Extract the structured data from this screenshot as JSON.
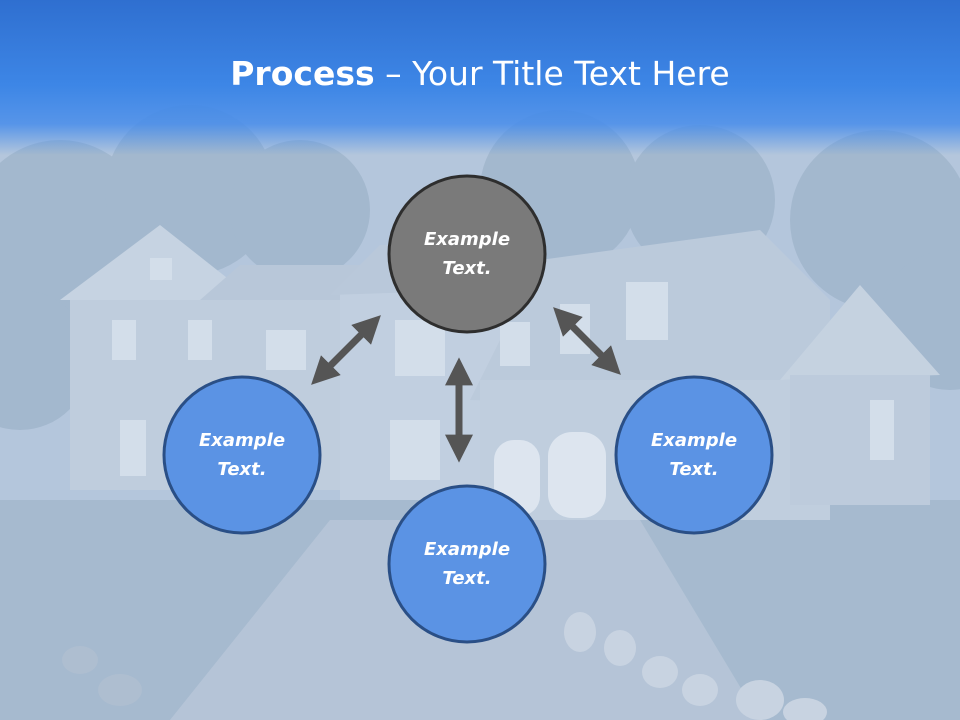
{
  "slide": {
    "title_bold": "Process",
    "title_dash": " – ",
    "title_rest": "Your Title Text Here"
  },
  "diagram": {
    "nodes": [
      {
        "id": "center",
        "line1": "Example",
        "line2": "Text.",
        "color": "#7a7a7a"
      },
      {
        "id": "left",
        "line1": "Example",
        "line2": "Text.",
        "color": "#5b93e4"
      },
      {
        "id": "right",
        "line1": "Example",
        "line2": "Text.",
        "color": "#5b93e4"
      },
      {
        "id": "bottom",
        "line1": "Example",
        "line2": "Text.",
        "color": "#5b93e4"
      }
    ],
    "connector_color": "#555555"
  }
}
